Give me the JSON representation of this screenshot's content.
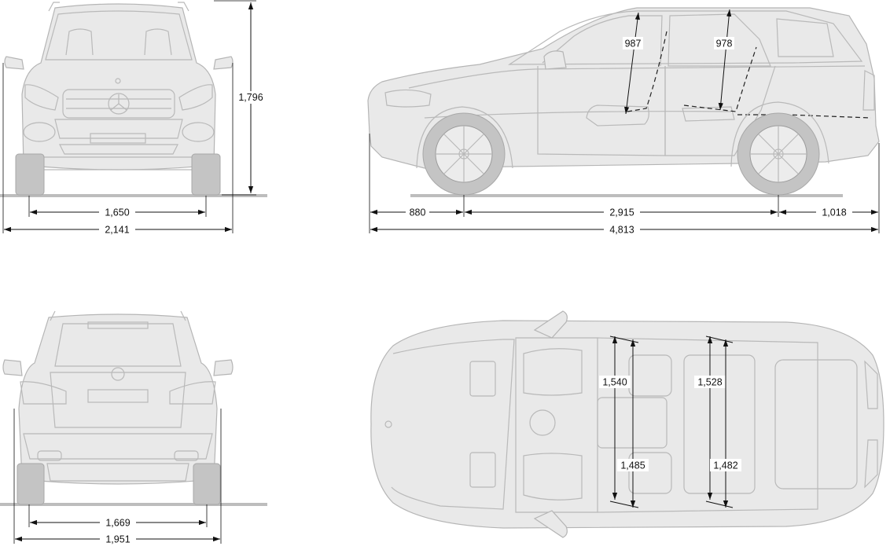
{
  "dimensions": {
    "front_track": "1,650",
    "overall_width": "2,141",
    "height": "1,796",
    "front_overhang": "880",
    "wheelbase": "2,915",
    "rear_overhang": "1,018",
    "overall_length": "4,813",
    "front_headroom": "987",
    "rear_headroom": "978",
    "rear_track": "1,669",
    "width_without_mirrors": "1,951",
    "front_shoulder_width": "1,540",
    "rear_shoulder_width": "1,528",
    "front_elbow_width": "1,485",
    "rear_elbow_width": "1,482"
  },
  "colors": {
    "vehicle_outline": "#b9b9b9",
    "dimension_line": "#111111",
    "ground": "#bdbdbd"
  }
}
